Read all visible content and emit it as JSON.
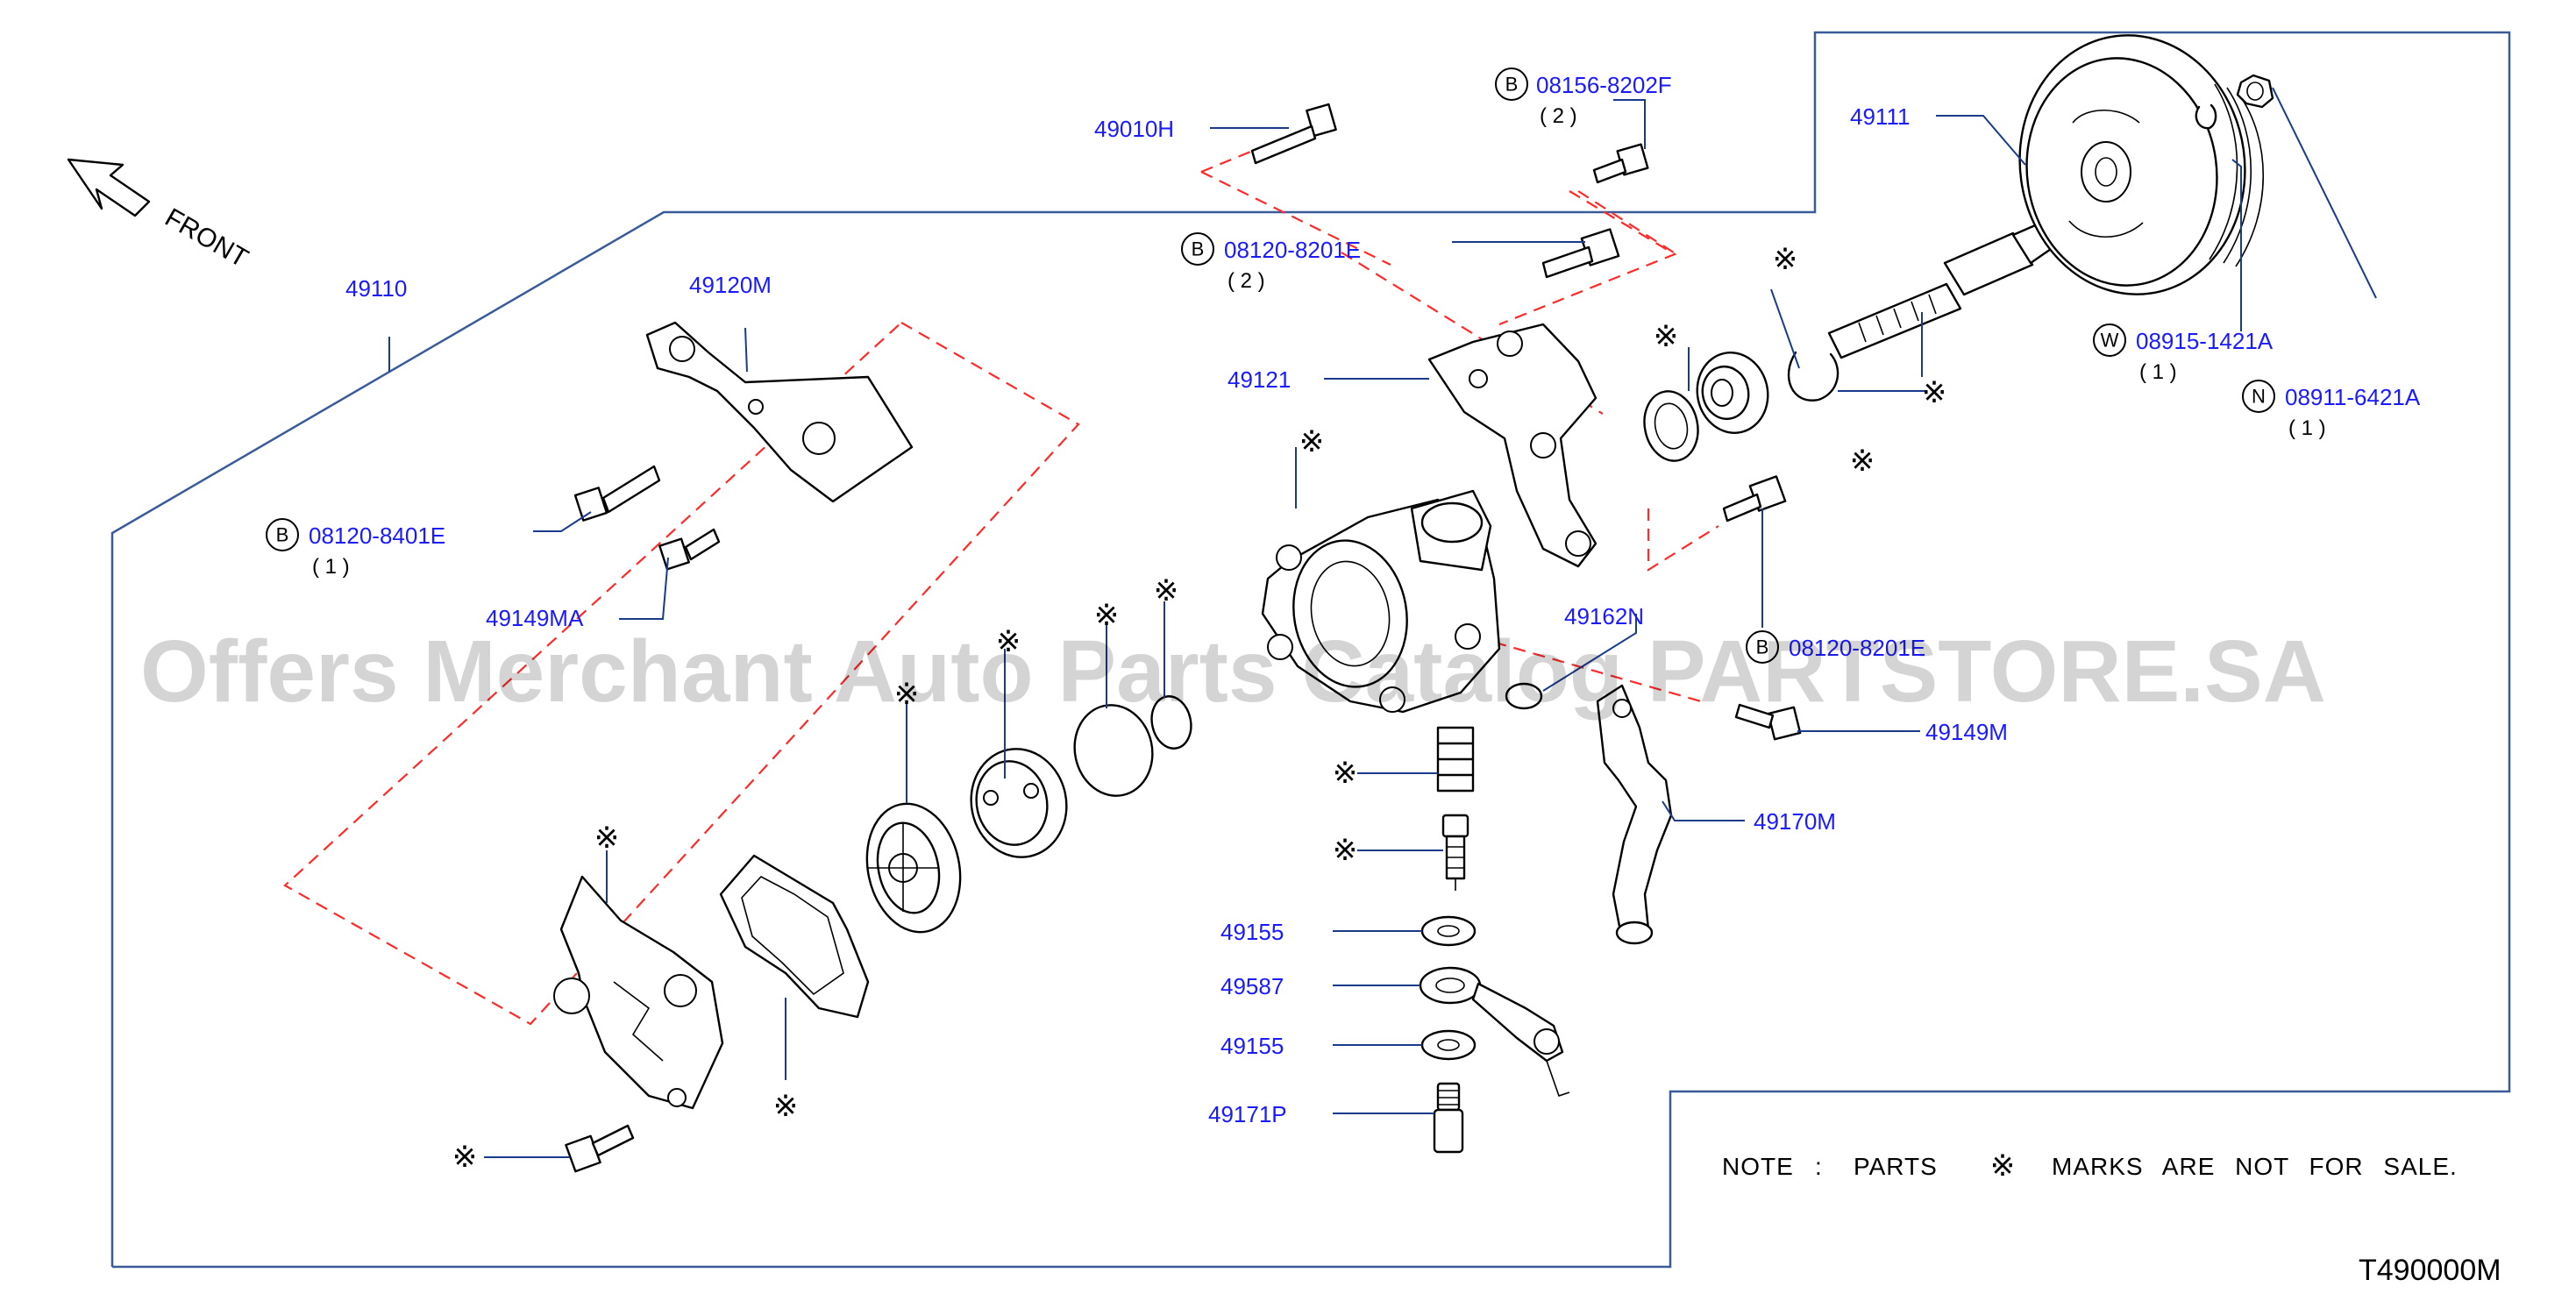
{
  "front_label": "FRONT",
  "diagram_code": "T490000M",
  "note": {
    "prefix": "NOTE",
    "colon": ":",
    "before_mark": "PARTS",
    "mark": "※",
    "after_mark": "MARKS ARE NOT FOR SALE."
  },
  "watermark": "Offers Merchant Auto Parts Catalog PARTSTORE.SA",
  "not_for_sale_mark": "※",
  "parts": {
    "p49010H": "49010H",
    "p08156": {
      "prefix": "B",
      "number": "08156-8202F",
      "qty": "( 2 )"
    },
    "p08120_8201": {
      "prefix": "B",
      "number": "08120-8201E",
      "qty": "( 2 )"
    },
    "p49111": "49111",
    "p08915": {
      "prefix": "W",
      "number": "08915-1421A",
      "qty": "( 1 )"
    },
    "p08911": {
      "prefix": "N",
      "number": "08911-6421A",
      "qty": "( 1 )"
    },
    "p49110": "49110",
    "p49120M": "49120M",
    "p49121": "49121",
    "p08120_8401": {
      "prefix": "B",
      "number": "08120-8401E",
      "qty": "( 1 )"
    },
    "p49149MA": "49149MA",
    "p49162N": "49162N",
    "p08120_partial": {
      "prefix": "B",
      "number": "08120-8201E"
    },
    "p49149M": "49149M",
    "p49170M": "49170M",
    "p49155a": "49155",
    "p49587": "49587",
    "p49155b": "49155",
    "p49171P": "49171P"
  }
}
